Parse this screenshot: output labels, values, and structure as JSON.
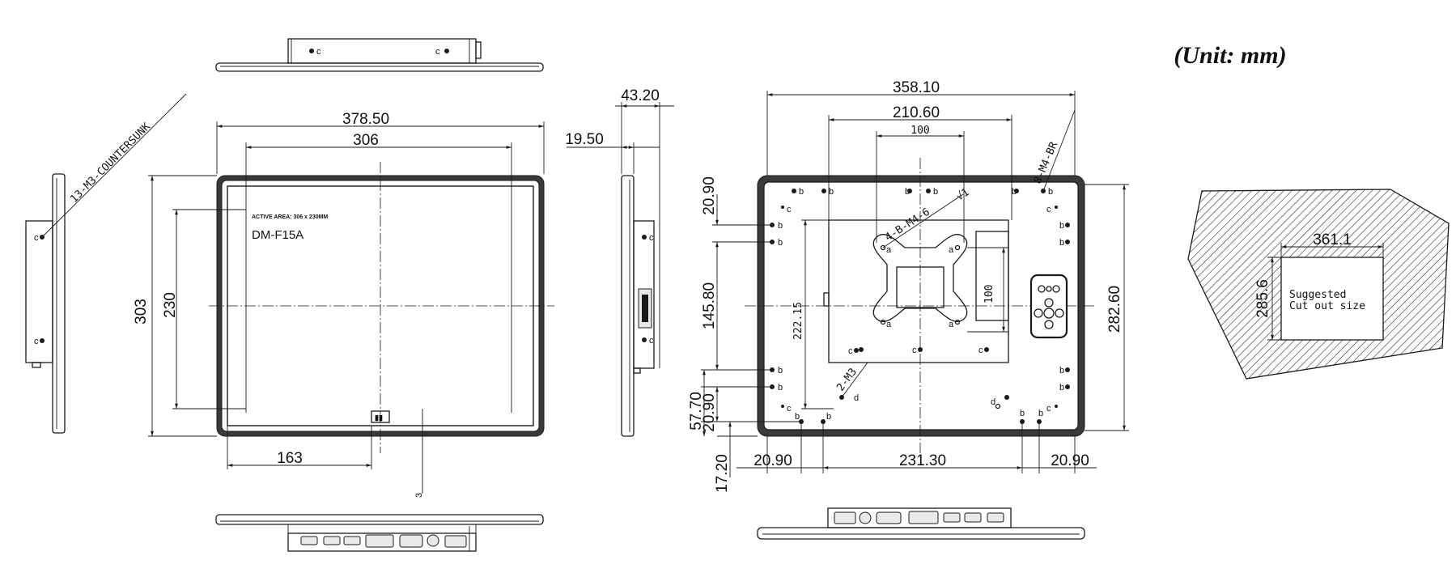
{
  "unit_label": "(Unit: mm)",
  "front_view": {
    "countersink_label": "13-M3-COUNTERSUNK",
    "overall_width": "378.50",
    "active_width": "306",
    "overall_height": "303",
    "active_height": "230",
    "active_area_label": "ACTIVE AREA: 306 x 230MM",
    "model_name": "DM-F15A",
    "logo_offset": "163",
    "bottom_small": "3"
  },
  "side_view": {
    "depth_total": "43.20",
    "depth_bezel": "19.50"
  },
  "rear_view": {
    "overall_width": "358.10",
    "vesa_span": "210.60",
    "vesa_100_h": "100",
    "vesa_100_v": "100",
    "bracket_label": "8-M4-BR",
    "vesa_screw_label": "4-B-M4-6",
    "screw_depth_label": "√1",
    "inner_height": "222.15",
    "m3_label": "2-M3",
    "overall_height": "282.60",
    "left_top": "20.90",
    "left_middle": "145.80",
    "left_lower_a": "57.70",
    "left_lower_b": "20.90",
    "left_bottom": "17.20",
    "bottom_left": "20.90",
    "bottom_middle": "231.30",
    "bottom_right": "20.90"
  },
  "cutout": {
    "width": "361.1",
    "height": "285.6",
    "label_line1": "Suggested",
    "label_line2": "Cut out size"
  },
  "hole_letters": {
    "c": "c",
    "b": "b",
    "d": "d",
    "a": "a"
  }
}
